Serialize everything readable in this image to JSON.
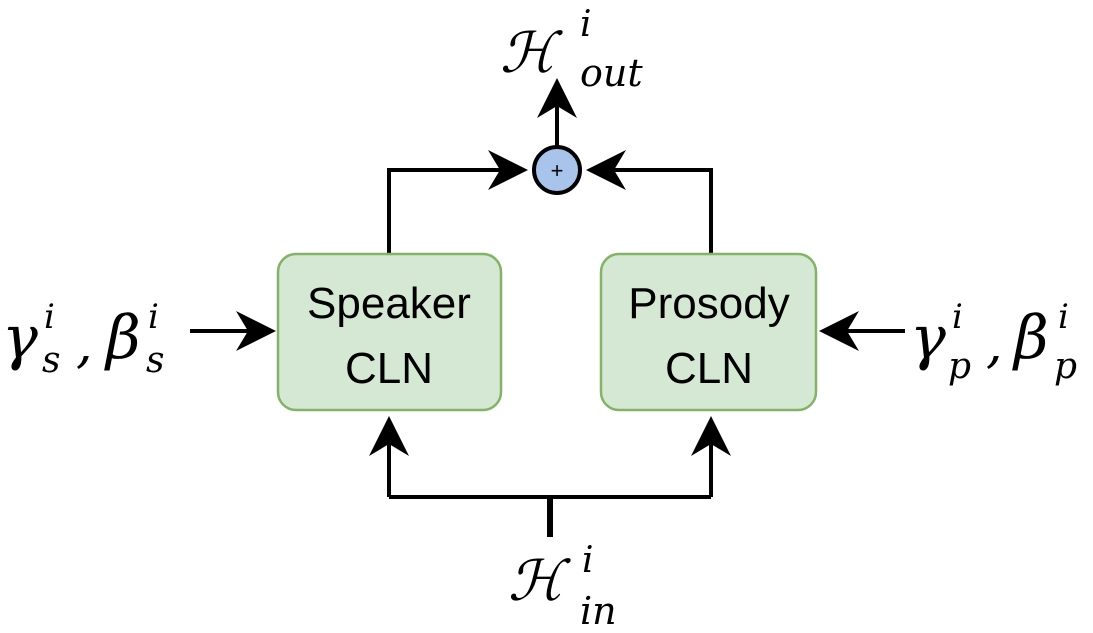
{
  "diagram": {
    "output_label": {
      "base": "ℋ",
      "sup": "i",
      "sub": "out"
    },
    "input_label": {
      "base": "ℋ",
      "sup": "i",
      "sub": "in"
    },
    "sum_node": {
      "symbol": "+",
      "fill": "#a9c4eb",
      "stroke": "#000000"
    },
    "speaker_box": {
      "line1": "Speaker",
      "line2": "CLN",
      "fill": "#d5e8d4",
      "stroke": "#82b366"
    },
    "prosody_box": {
      "line1": "Prosody",
      "line2": "CLN",
      "fill": "#d5e8d4",
      "stroke": "#82b366"
    },
    "speaker_params": {
      "gamma": "γ",
      "gamma_sup": "i",
      "gamma_sub": "s",
      "comma": ",",
      "beta": "β",
      "beta_sup": "i",
      "beta_sub": "s"
    },
    "prosody_params": {
      "gamma": "γ",
      "gamma_sup": "i",
      "gamma_sub": "p",
      "comma": ",",
      "beta": "β",
      "beta_sup": "i",
      "beta_sub": "p"
    }
  }
}
